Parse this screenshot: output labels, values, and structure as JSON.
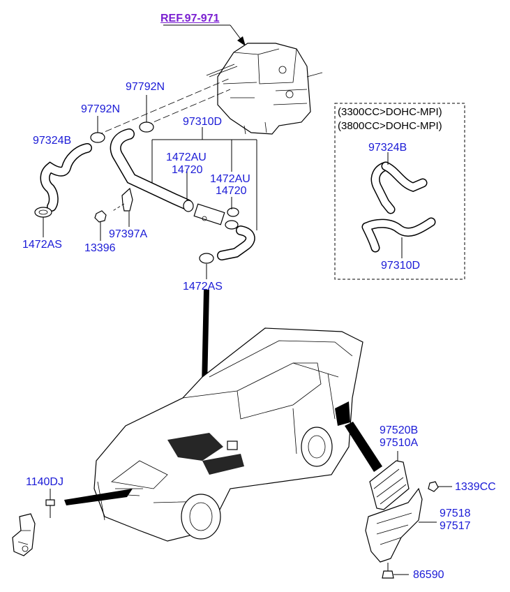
{
  "reference": "REF.97-971",
  "engine_note": [
    "(3300CC>DOHC-MPI)",
    "(3800CC>DOHC-MPI)"
  ],
  "labels": {
    "p97792N_a": "97792N",
    "p97792N_b": "97792N",
    "p97324B": "97324B",
    "p1472AS_left": "1472AS",
    "p13396": "13396",
    "p97397A": "97397A",
    "p97310D": "97310D",
    "p1472AU_a": "1472AU",
    "p14720_a": "14720",
    "p1472AU_b": "1472AU",
    "p14720_b": "14720",
    "p1472AS_bottom": "1472AS",
    "p97324B_box": "97324B",
    "p97310D_box": "97310D",
    "p97520B": "97520B",
    "p97510A": "97510A",
    "p1339CC": "1339CC",
    "p97518": "97518",
    "p97517": "97517",
    "p86590": "86590",
    "p1140DJ": "1140DJ"
  },
  "colors": {
    "part_number": "#1a1ad6",
    "reference": "#7a1fd1",
    "line": "#000000"
  }
}
